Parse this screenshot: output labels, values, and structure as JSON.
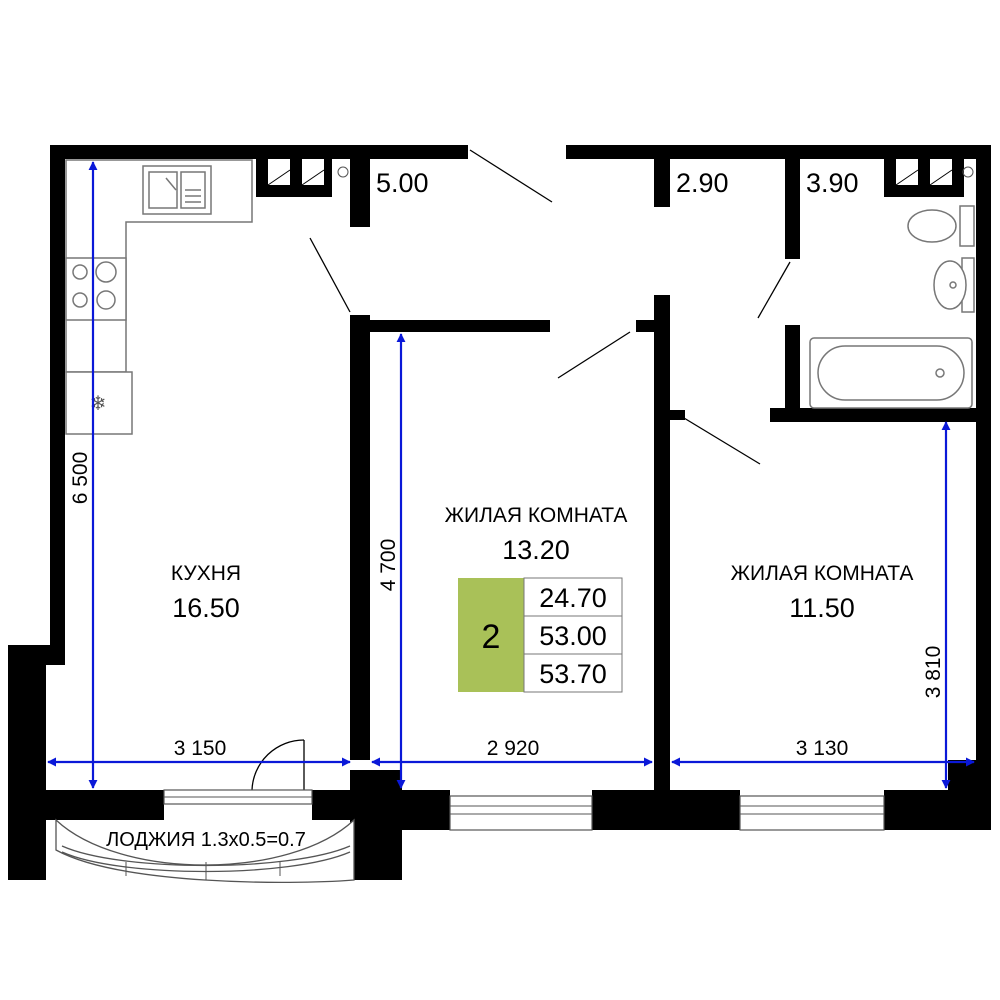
{
  "rooms": {
    "kitchen": {
      "name": "КУХНЯ",
      "area": "16.50"
    },
    "living1": {
      "name": "ЖИЛАЯ КОМНАТА",
      "area": "13.20"
    },
    "living2": {
      "name": "ЖИЛАЯ КОМНАТА",
      "area": "11.50"
    },
    "hall": {
      "area": "5.00"
    },
    "wc": {
      "area": "2.90"
    },
    "bath": {
      "area": "3.90"
    },
    "loggia": {
      "label": "ЛОДЖИЯ 1.3х0.5=0.7"
    }
  },
  "summary": {
    "rooms_count": "2",
    "living_area": "24.70",
    "total_area": "53.00",
    "total_with_loggia": "53.70",
    "badge_color": "#a9c158"
  },
  "dimensions": {
    "kitchen_height": "6 500",
    "kitchen_width": "3 150",
    "living1_height": "4 700",
    "living1_width": "2 920",
    "living2_width": "3 130",
    "living2_height": "3 810"
  },
  "colors": {
    "dimension_line": "#0a18d8",
    "walls": "#000000"
  },
  "icons": [
    "sink-icon",
    "stove-icon",
    "fridge-snowflake-icon",
    "toilet-icon",
    "washbasin-icon",
    "bathtub-icon"
  ]
}
